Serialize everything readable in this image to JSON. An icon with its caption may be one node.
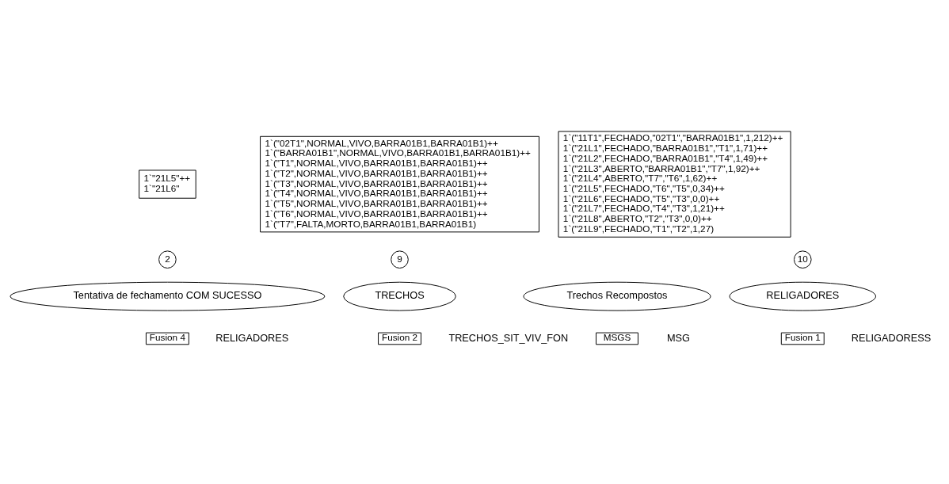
{
  "diagram": {
    "nodes": [
      {
        "text": [
          "1`\"21L5\"++",
          "1`\"21L6\""
        ]
      },
      {
        "text": [
          "Tentativa de fechamento COM SUCESSO"
        ],
        "beside": [
          "RELIGADORES"
        ]
      },
      {
        "text": [
          "2"
        ]
      },
      {
        "text": [
          "Fusion 4"
        ]
      },
      {
        "text": [
          "1`(\"02T1\",NORMAL,VIVO,BARRA01B1,BARRA01B1)++",
          "1`(\"BARRA01B1\",NORMAL,VIVO,BARRA01B1,BARRA01B1)++",
          "1`(\"T1\",NORMAL,VIVO,BARRA01B1,BARRA01B1)++",
          "1`(\"T2\",NORMAL,VIVO,BARRA01B1,BARRA01B1)++",
          "1`(\"T3\",NORMAL,VIVO,BARRA01B1,BARRA01B1)++",
          "1`(\"T4\",NORMAL,VIVO,BARRA01B1,BARRA01B1)++",
          "1`(\"T5\",NORMAL,VIVO,BARRA01B1,BARRA01B1)++",
          "1`(\"T6\",NORMAL,VIVO,BARRA01B1,BARRA01B1)++",
          "1`(\"T7\",FALTA,MORTO,BARRA01B1,BARRA01B1)"
        ]
      },
      {
        "text": [
          "TRECHOS"
        ],
        "beside": [
          "TRECHOS_SIT_VIV_FON"
        ]
      },
      {
        "text": [
          "9"
        ]
      },
      {
        "text": [
          "Fusion 2"
        ]
      },
      {
        "text": [
          "Trechos Recompostos"
        ],
        "beside": [
          "MSG"
        ]
      },
      {
        "text": [
          "MSGS"
        ]
      },
      {
        "text": [
          "RELIGADORES"
        ],
        "beside": [
          "RELIGADORESS"
        ]
      },
      {
        "text": [
          "10"
        ]
      },
      {
        "text": [
          "Fusion 1"
        ]
      },
      {
        "text": [
          "1`(\"11T1\",FECHADO,\"02T1\",\"BARRA01B1\",1,212)++",
          "1`(\"21L1\",FECHADO,\"BARRA01B1\",\"T1\",1,71)++",
          "1`(\"21L2\",FECHADO,\"BARRA01B1\",\"T4\",1,49)++",
          "1`(\"21L3\",ABERTO,\"BARRA01B1\",\"T7\",1,92)++",
          "1`(\"21L4\",ABERTO,\"T7\",\"T6\",1,62)++",
          "1`(\"21L5\",FECHADO,\"T6\",\"T5\",0,34)++",
          "1`(\"21L6\",FECHADO,\"T5\",\"T3\",0,0)++",
          "1`(\"21L7\",FECHADO,\"T4\",\"T3\",1,21)++",
          "1`(\"21L8\",ABERTO,\"T2\",\"T3\",0,0)++",
          "1`(\"21L9\",FECHADO,\"T1\",\"T2\",1,27)"
        ]
      }
    ],
    "edges": []
  }
}
